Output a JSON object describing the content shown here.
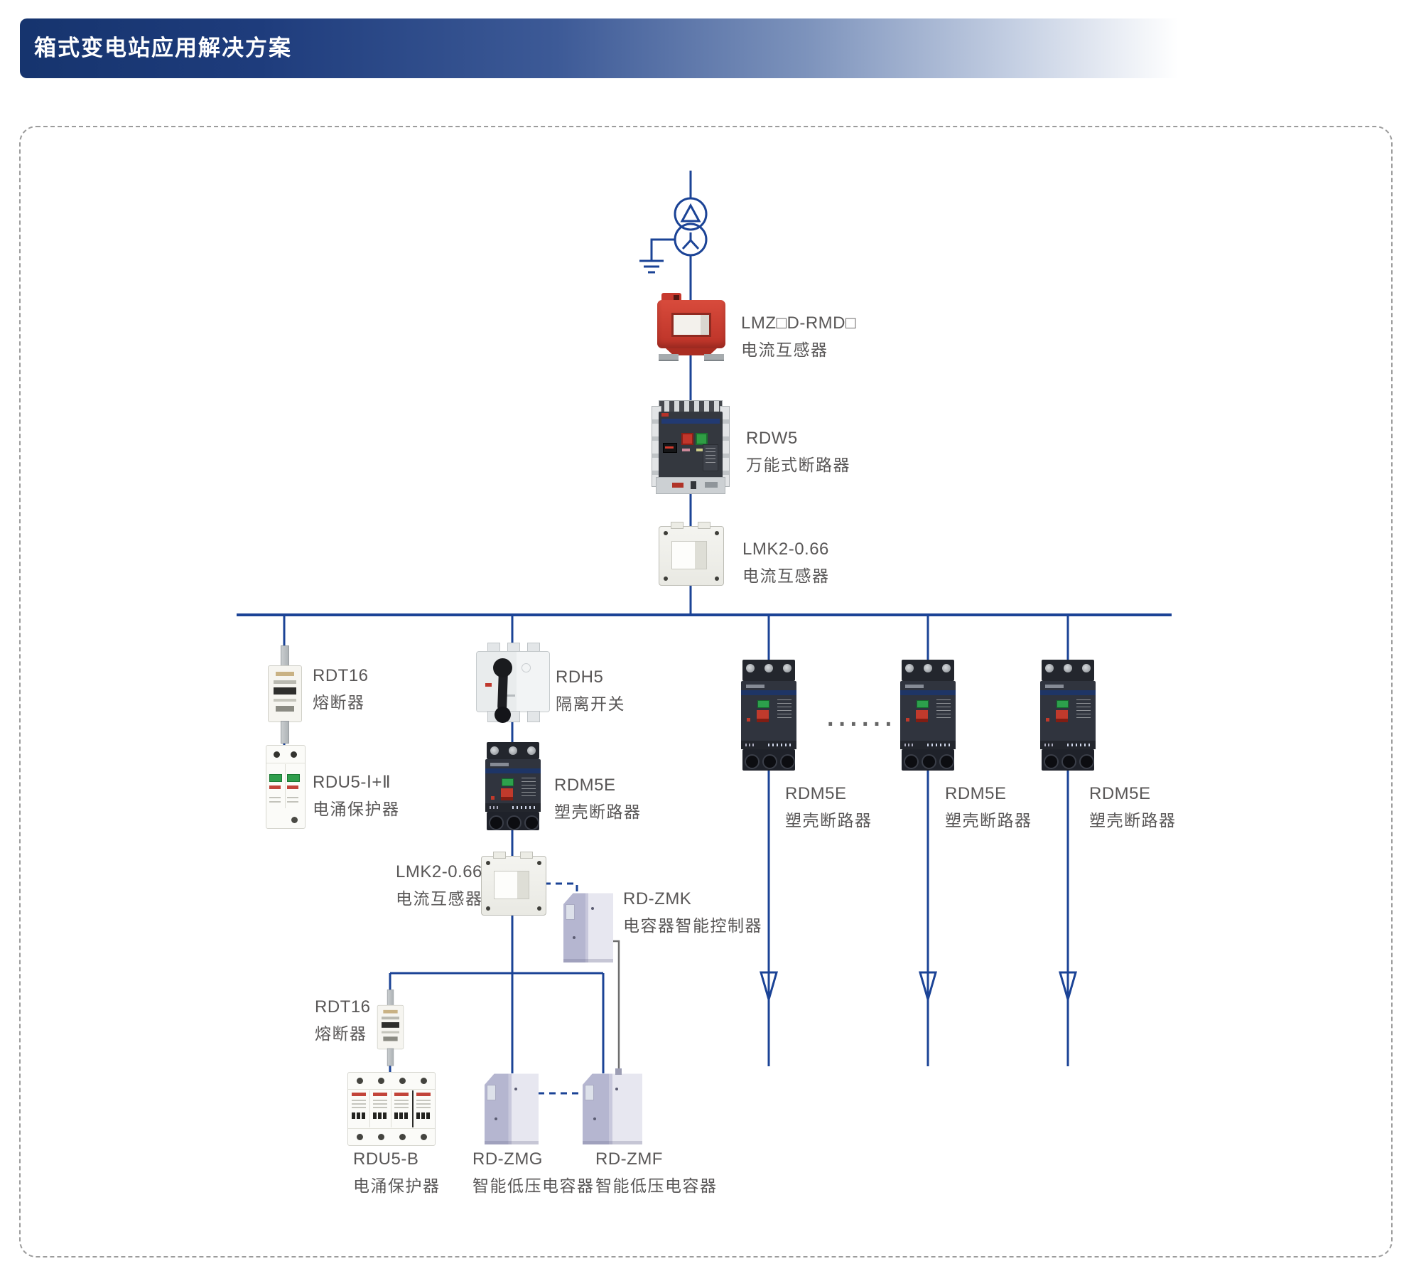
{
  "header": {
    "title": "箱式变电站应用解决方案"
  },
  "colors": {
    "diagram_line": "#1B4396",
    "label_text": "#595757",
    "header_navy": "#16346E",
    "device_red": "#C7392E",
    "breaker_body": "#30343E",
    "capacitor_lavender": "#B5B6D0",
    "ctrl_wire_gray": "#6E6E6E",
    "frame_dash_gray": "#9C9C9C"
  },
  "diagram": {
    "ellipsis": "······",
    "labels": {
      "lmz_ct": {
        "model": "LMZ□D-RMD□",
        "desc": "电流互感器"
      },
      "rdw5": {
        "model": "RDW5",
        "desc": "万能式断路器"
      },
      "lmk_ct_1": {
        "model": "LMK2-0.66",
        "desc": "电流互感器"
      },
      "rdt16_1": {
        "model": "RDT16",
        "desc": "熔断器"
      },
      "rdu5_1_2": {
        "model": "RDU5-Ⅰ+Ⅱ",
        "desc": "电涌保护器"
      },
      "rdh5": {
        "model": "RDH5",
        "desc": "隔离开关"
      },
      "rdm5e_feed": {
        "model": "RDM5E",
        "desc": "塑壳断路器"
      },
      "lmk_ct_2": {
        "model": "LMK2-0.66",
        "desc": "电流互感器"
      },
      "rd_zmk": {
        "model": "RD-ZMK",
        "desc": "电容器智能控制器"
      },
      "rdt16_2": {
        "model": "RDT16",
        "desc": "熔断器"
      },
      "rdu5_b": {
        "model": "RDU5-B",
        "desc": "电涌保护器"
      },
      "rd_zmg": {
        "model": "RD-ZMG",
        "desc": "智能低压电容器"
      },
      "rd_zmf": {
        "model": "RD-ZMF",
        "desc": "智能低压电容器"
      },
      "rdm5e_1": {
        "model": "RDM5E",
        "desc": "塑壳断路器"
      },
      "rdm5e_2": {
        "model": "RDM5E",
        "desc": "塑壳断路器"
      },
      "rdm5e_3": {
        "model": "RDM5E",
        "desc": "塑壳断路器"
      }
    }
  }
}
